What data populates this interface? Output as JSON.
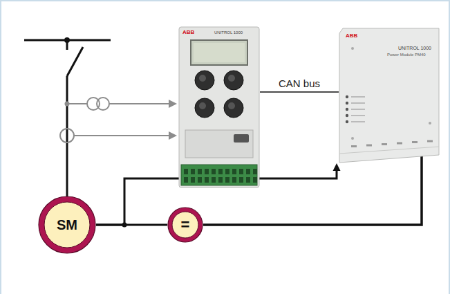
{
  "diagram": {
    "nodes": [
      {
        "text": [
          "ABB",
          "UNITROL 1000"
        ]
      },
      {
        "text": [
          "ABB",
          "UNITROL 1000",
          "Power Module PM40"
        ]
      },
      {
        "text": [
          "SM"
        ]
      },
      {
        "text": [
          "="
        ]
      }
    ],
    "edges": [
      {
        "from": 0,
        "to": 1,
        "arrow": "none",
        "label": "CAN bus"
      },
      {
        "from": 2,
        "to": 1,
        "arrow": "to"
      },
      {
        "from": 1,
        "to": 3,
        "arrow": "none"
      },
      {
        "from": 2,
        "to": 3,
        "arrow": "none"
      }
    ]
  }
}
